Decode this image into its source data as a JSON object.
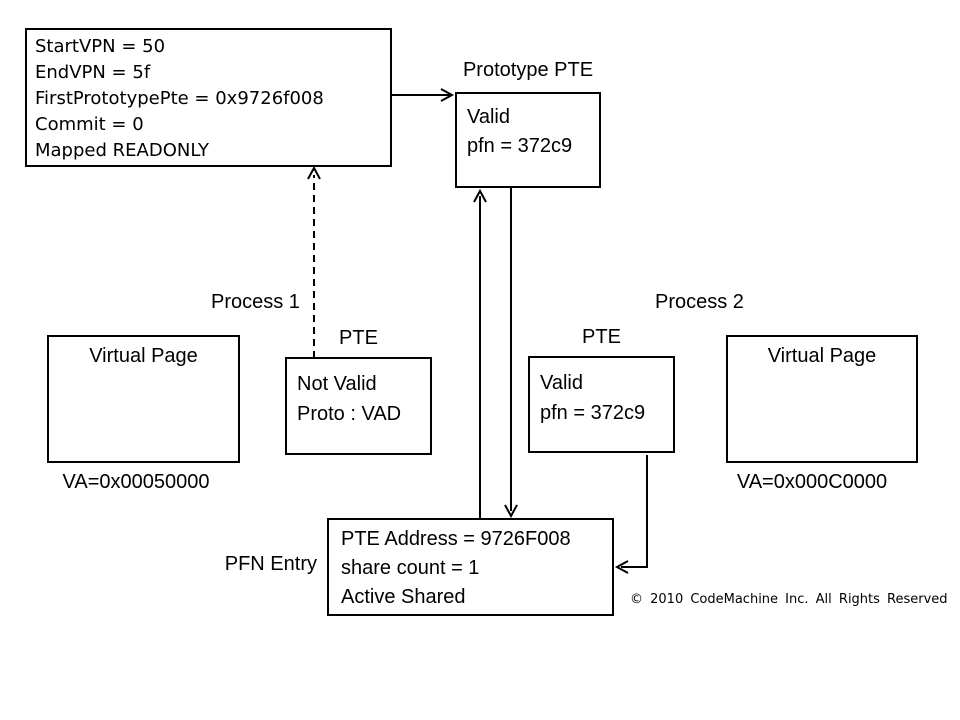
{
  "colors": {
    "ink": "#000000",
    "bg": "#ffffff"
  },
  "vad": {
    "lines": [
      "StartVPN = 50",
      "EndVPN = 5f",
      "FirstPrototypePte = 0x9726f008",
      "Commit = 0",
      "Mapped READONLY"
    ]
  },
  "prototype_pte": {
    "label": "Prototype PTE",
    "lines": [
      "Valid",
      "pfn = 372c9"
    ]
  },
  "process1": {
    "label": "Process 1",
    "virtual_page": {
      "title": "Virtual Page",
      "va": "VA=0x00050000"
    },
    "pte": {
      "label": "PTE",
      "lines": [
        "Not Valid",
        "Proto : VAD"
      ]
    }
  },
  "process2": {
    "label": "Process 2",
    "virtual_page": {
      "title": "Virtual Page",
      "va": "VA=0x000C0000"
    },
    "pte": {
      "label": "PTE",
      "lines": [
        "Valid",
        "pfn = 372c9"
      ]
    }
  },
  "pfn": {
    "label": "PFN Entry",
    "lines": [
      "PTE Address = 9726F008",
      "share count = 1",
      "Active Shared"
    ]
  },
  "footer": {
    "copyright": "© 2010 CodeMachine Inc. All Rights Reserved"
  }
}
